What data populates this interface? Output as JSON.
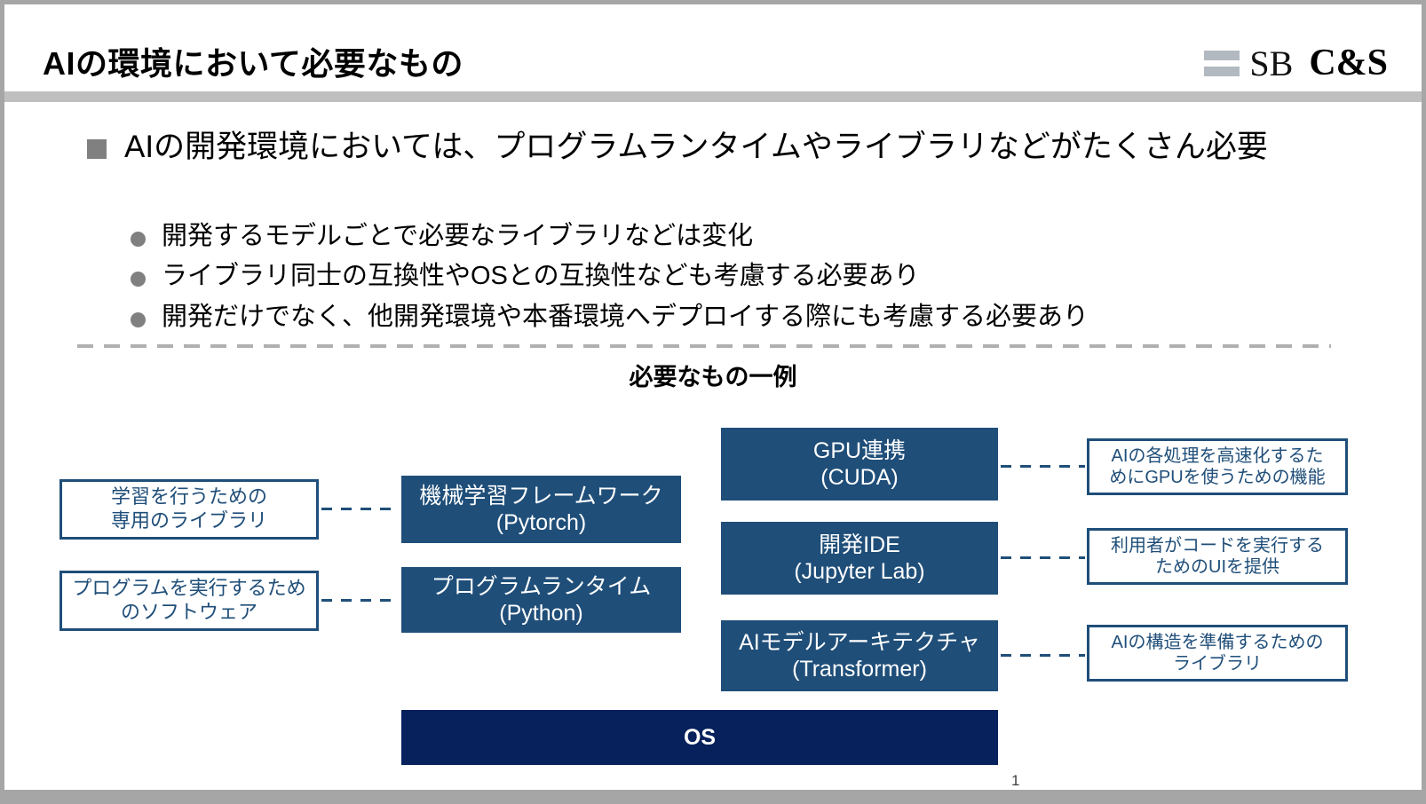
{
  "header": {
    "title": "AIの環境において必要なもの",
    "logo": {
      "bars_icon": "hamburger-bars-icon",
      "brand_primary": "SB",
      "brand_secondary": "C&S",
      "bar_color": "#b3b9c0"
    }
  },
  "body": {
    "main_bullet": "AIの開発環境においては、プログラムランタイムやライブラリなどがたくさん必要",
    "sub_bullets": [
      "開発するモデルごとで必要なライブラリなどは変化",
      "ライブラリ同士の互換性やOSとの互換性なども考慮する必要あり",
      "開発だけでなく、他開発環境や本番環境へデプロイする際にも考慮する必要あり"
    ],
    "section_heading": "必要なもの一例"
  },
  "diagram": {
    "middle_boxes": [
      {
        "title": "機械学習フレームワーク",
        "subtitle": "(Pytorch)"
      },
      {
        "title": "プログラムランタイム",
        "subtitle": "(Python)"
      }
    ],
    "right_boxes": [
      {
        "title": "GPU連携",
        "subtitle": "(CUDA)"
      },
      {
        "title": "開発IDE",
        "subtitle": "(Jupyter Lab)"
      },
      {
        "title": "AIモデルアーキテクチャ",
        "subtitle": "(Transformer)"
      }
    ],
    "left_callouts": [
      {
        "line1": "学習を行うための",
        "line2": "専用のライブラリ"
      },
      {
        "line1": "プログラムを実行するため",
        "line2": "のソフトウェア"
      }
    ],
    "right_callouts": [
      {
        "line1": "AIの各処理を高速化するた",
        "line2": "めにGPUを使うための機能"
      },
      {
        "line1": "利用者がコードを実行する",
        "line2": "ためのUIを提供"
      },
      {
        "line1": "AIの構造を準備するための",
        "line2": "ライブラリ"
      }
    ],
    "os_bar": "OS",
    "colors": {
      "box_fill": "#1f4e79",
      "os_fill": "#06215c",
      "outline": "#1f4e79",
      "connector": "#1f4e79",
      "header_rule": "#bfbfbf",
      "frame": "#a6a6a6"
    }
  },
  "footer": {
    "page_number": "1"
  }
}
